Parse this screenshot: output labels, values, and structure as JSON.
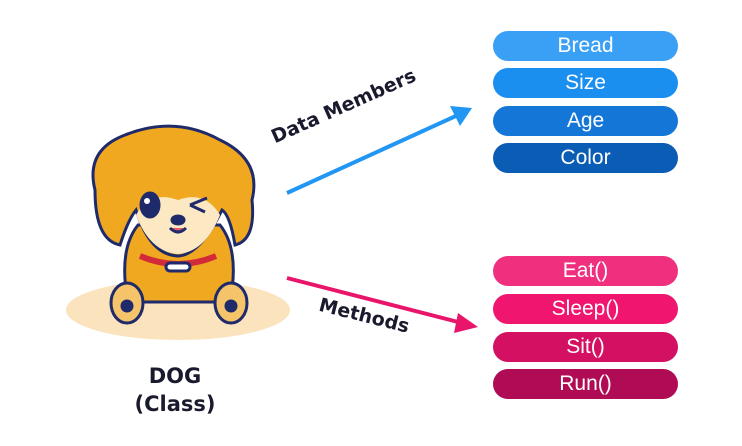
{
  "class_label": {
    "name": "DOG",
    "kind": "(Class)"
  },
  "data_members": {
    "label": "Data Members",
    "items": [
      "Bread",
      "Size",
      "Age",
      "Color"
    ],
    "colors": [
      "#3aa0f5",
      "#1a8ff0",
      "#1477d8",
      "#0b5cb5"
    ],
    "arrow_color": "#2196f3"
  },
  "methods": {
    "label": "Methods",
    "items": [
      "Eat()",
      "Sleep()",
      "Sit()",
      "Run()"
    ],
    "colors": [
      "#f0307f",
      "#f0156e",
      "#d31062",
      "#b00c55"
    ],
    "arrow_color": "#e8156b"
  }
}
